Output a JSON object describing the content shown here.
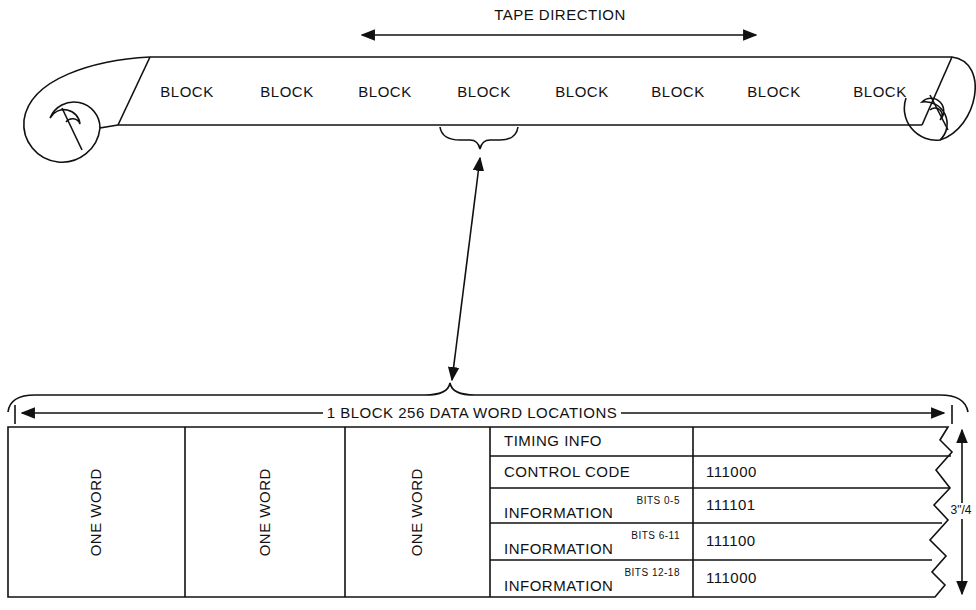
{
  "diagram": {
    "nodes": [
      {
        "text": [
          "BLOCK"
        ]
      },
      {
        "text": [
          "BLOCK"
        ]
      },
      {
        "text": [
          "BLOCK"
        ]
      },
      {
        "text": [
          "BLOCK"
        ]
      },
      {
        "text": [
          "BLOCK"
        ]
      },
      {
        "text": [
          "BLOCK"
        ]
      },
      {
        "text": [
          "BLOCK"
        ]
      },
      {
        "text": [
          "BLOCK"
        ]
      },
      {
        "text": [
          "ONE WORD"
        ]
      },
      {
        "text": [
          "ONE WORD"
        ]
      },
      {
        "text": [
          "ONE WORD"
        ]
      }
    ],
    "labels": [
      "TAPE DIRECTION",
      "1 BLOCK 256 DATA WORD LOCATIONS",
      "TIMING INFO",
      "CONTROL CODE",
      "111000",
      "BITS 0-5",
      "INFORMATION",
      "111101",
      "BITS 6-11",
      "INFORMATION",
      "111100",
      "BITS 12-18",
      "INFORMATION",
      "111000",
      "3\"/4"
    ]
  }
}
